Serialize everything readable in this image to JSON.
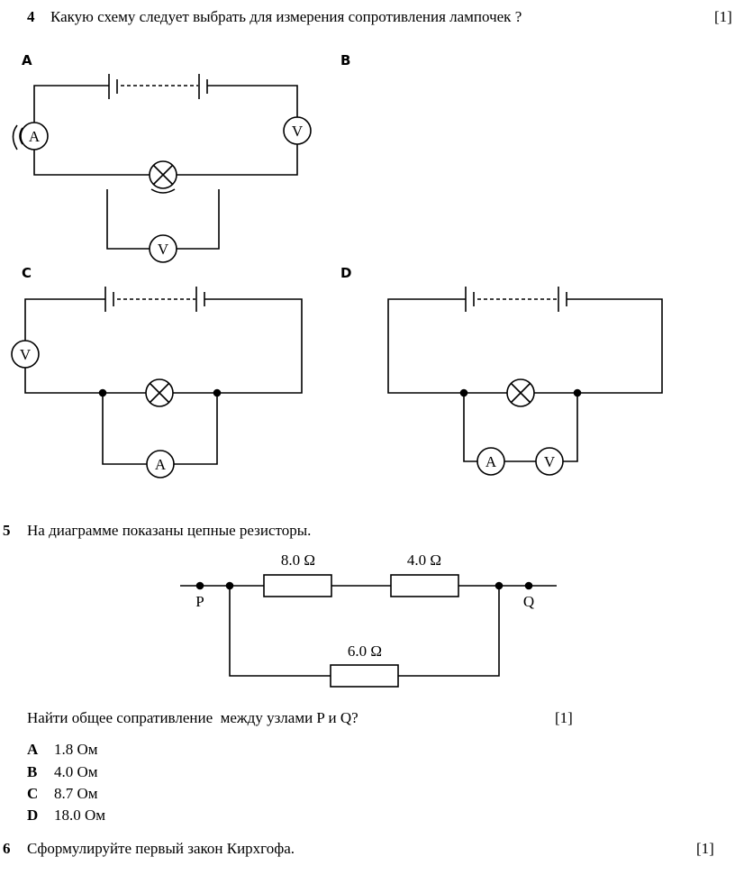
{
  "q4": {
    "number": "4",
    "text": "Какую схему следует выбрать для измерения сопротивления лампочек ?",
    "marks": "[1]",
    "options": [
      "A",
      "B",
      "C",
      "D"
    ],
    "meter_ammeter": "A",
    "meter_voltmeter": "V"
  },
  "q5": {
    "number": "5",
    "text": "На диаграмме показаны цепные резисторы.",
    "resistors": [
      "8.0 Ω",
      "4.0 Ω",
      "6.0 Ω"
    ],
    "node_p": "P",
    "node_q": "Q",
    "question": "Найти общее сопративление  между узлами P и Q?",
    "marks": "[1]",
    "answers": [
      {
        "letter": "A",
        "text": "1.8 Ом"
      },
      {
        "letter": "B",
        "text": "4.0 Ом"
      },
      {
        "letter": "C",
        "text": "8.7 Ом"
      },
      {
        "letter": "D",
        "text": "18.0 Ом"
      }
    ]
  },
  "q6": {
    "number": "6",
    "text": "Сформулируйте первый закон Кирхгофа.",
    "marks": "[1]"
  }
}
